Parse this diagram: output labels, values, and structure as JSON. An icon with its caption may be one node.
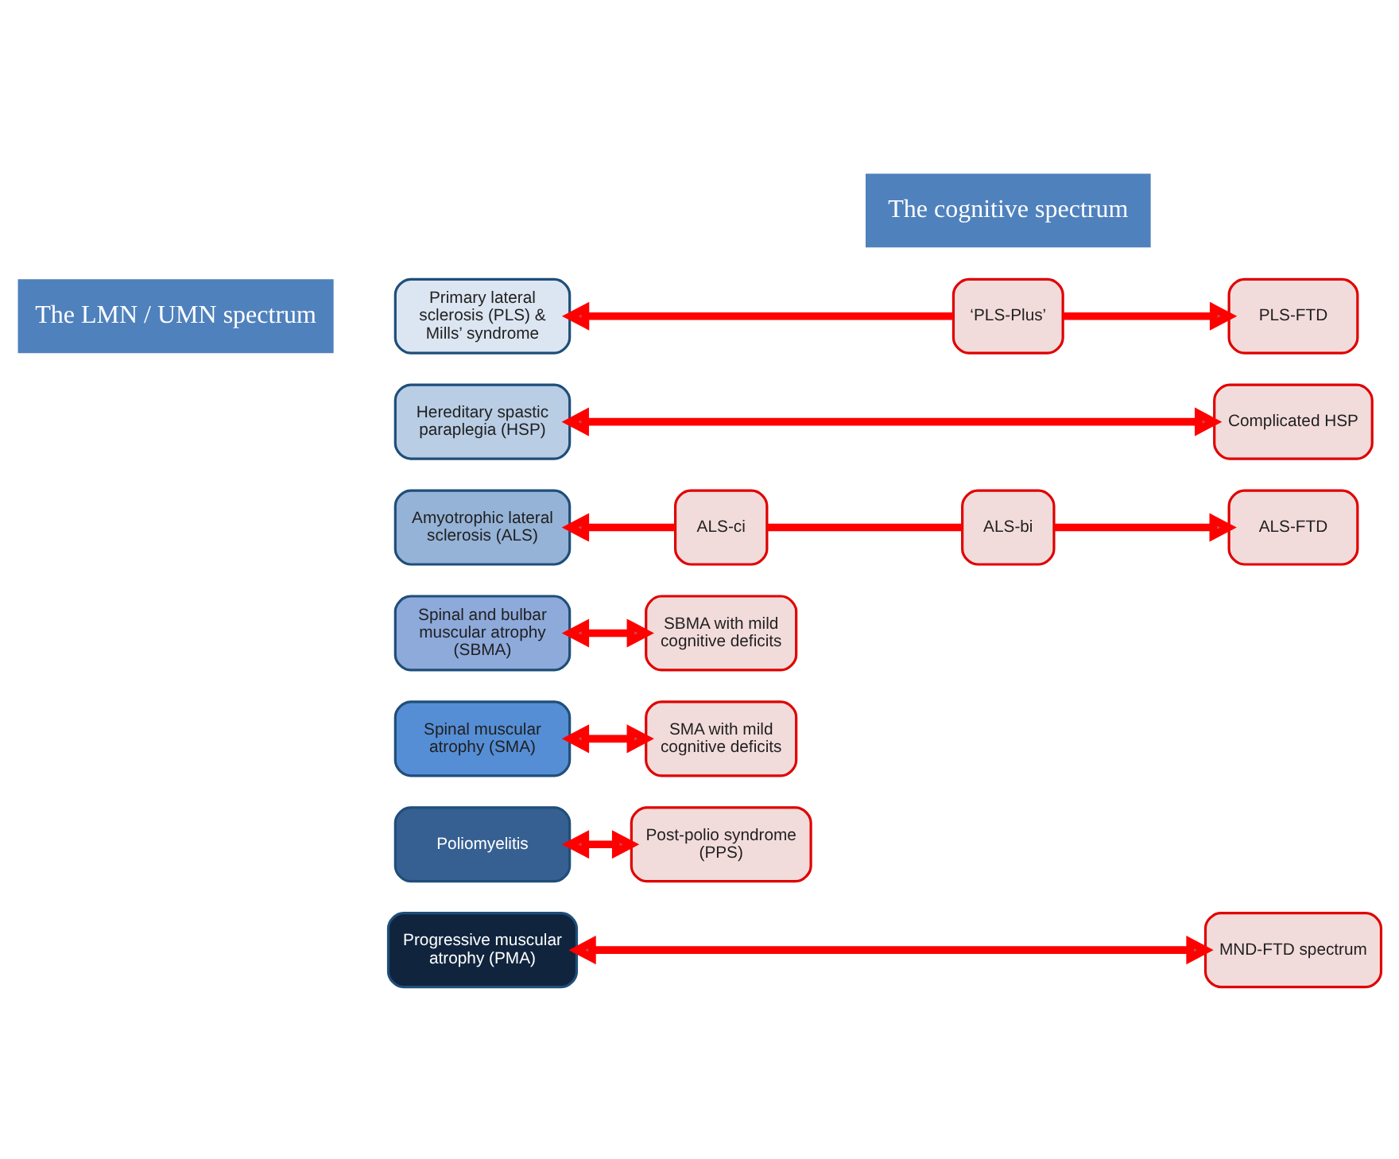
{
  "diagram": {
    "nodes": [
      {
        "text": [
          "Primary lateral sclerosis (PLS) & Mills’ syndrome"
        ]
      },
      {
        "text": [
          "‘PLS-Plus’"
        ]
      },
      {
        "text": [
          "PLS-FTD"
        ]
      },
      {
        "text": [
          "Hereditary spastic paraplegia (HSP)"
        ]
      },
      {
        "text": [
          "Complicated HSP"
        ]
      },
      {
        "text": [
          "Amyotrophic lateral sclerosis (ALS)"
        ]
      },
      {
        "text": [
          "ALS-ci"
        ]
      },
      {
        "text": [
          "ALS-bi"
        ]
      },
      {
        "text": [
          "ALS-FTD"
        ]
      },
      {
        "text": [
          "Spinal and bulbar muscular atrophy (SBMA)"
        ]
      },
      {
        "text": [
          "SBMA with mild cognitive deficits"
        ]
      },
      {
        "text": [
          "Spinal muscular atrophy (SMA)"
        ]
      },
      {
        "text": [
          "SMA with mild cognitive deficits"
        ]
      },
      {
        "text": [
          "Poliomyelitis"
        ]
      },
      {
        "text": [
          "Post-polio syndrome (PPS)"
        ]
      },
      {
        "text": [
          "Progressive muscular atrophy (PMA)"
        ]
      },
      {
        "text": [
          "MND-FTD spectrum"
        ]
      }
    ],
    "edges": [
      {
        "from": 1,
        "to": 0,
        "arrow": "to"
      },
      {
        "from": 1,
        "to": 2,
        "arrow": "to"
      },
      {
        "from": 3,
        "to": 4,
        "arrow": "both"
      },
      {
        "from": 6,
        "to": 5,
        "arrow": "to"
      },
      {
        "from": 6,
        "to": 7,
        "arrow": "none"
      },
      {
        "from": 7,
        "to": 8,
        "arrow": "to"
      },
      {
        "from": 9,
        "to": 10,
        "arrow": "both"
      },
      {
        "from": 11,
        "to": 12,
        "arrow": "both"
      },
      {
        "from": 13,
        "to": 14,
        "arrow": "both"
      },
      {
        "from": 15,
        "to": 16,
        "arrow": "both"
      }
    ],
    "labels": [
      "The cognitive spectrum",
      "The LMN / UMN spectrum"
    ]
  }
}
